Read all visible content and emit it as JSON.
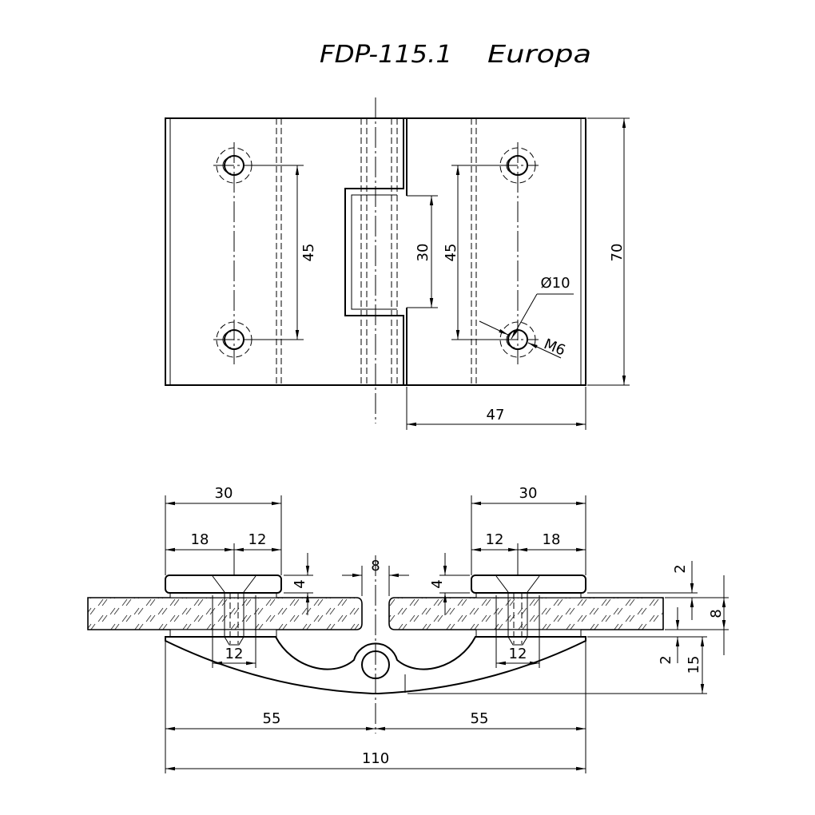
{
  "title": {
    "model": "FDP-115.1",
    "name": "Europa"
  },
  "top_view": {
    "dim_left_45": "45",
    "dim_30": "30",
    "dim_right_45": "45",
    "dim_70": "70",
    "dim_47": "47",
    "hole_diameter": "Ø10",
    "thread": "M6"
  },
  "bottom_view": {
    "dim_left_30": "30",
    "dim_left_18": "18",
    "dim_left_12": "12",
    "dim_right_30": "30",
    "dim_right_12": "12",
    "dim_right_18": "18",
    "dim_gap_8": "8",
    "dim_left_4": "4",
    "dim_right_4": "4",
    "dim_screw_left_12": "12",
    "dim_screw_right_12": "12",
    "dim_gasket_top_2": "2",
    "dim_glass_8": "8",
    "dim_gasket_bottom_2": "2",
    "dim_height_15": "15",
    "dim_left_55": "55",
    "dim_right_55": "55",
    "dim_total_110": "110"
  }
}
